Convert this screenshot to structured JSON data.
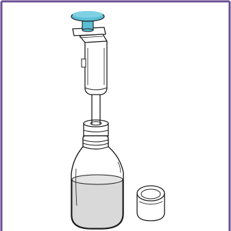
{
  "illustration": {
    "colors": {
      "frame_border": "#6a4c93",
      "outline": "#1a1a1a",
      "plunger_cap": "#5bbfd6",
      "liquid": "#d9d9d9",
      "background": "#ffffff"
    },
    "parts": [
      "plunger-cap",
      "syringe-barrel",
      "syringe-tip",
      "bottle-adapter",
      "bottle-body",
      "bottle-liquid",
      "bottle-cap-removed"
    ]
  }
}
